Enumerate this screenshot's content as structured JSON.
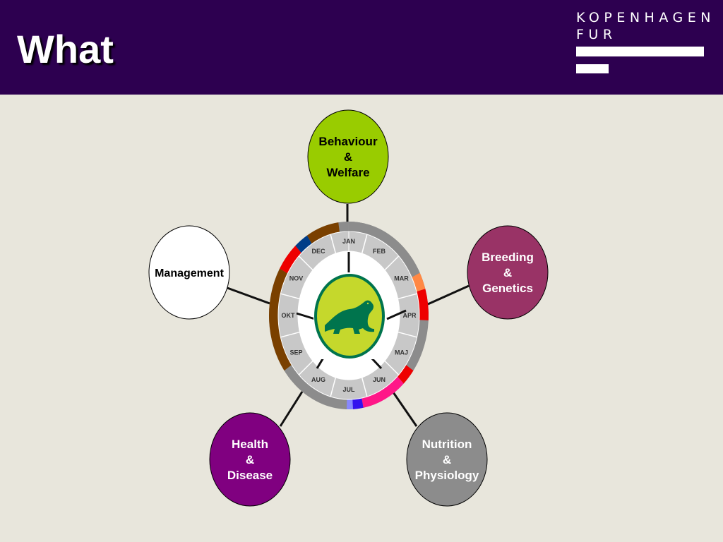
{
  "header": {
    "title": "What",
    "logo_line1": "KOPENHAGEN",
    "logo_line2": "FUR",
    "background": "#2d0050"
  },
  "wheel": {
    "months": [
      "JAN",
      "FEB",
      "MAR",
      "APR",
      "MAJ",
      "JUN",
      "JUL",
      "AUG",
      "SEP",
      "OKT",
      "NOV",
      "DEC"
    ],
    "ring_base_color": "#8c8c8c",
    "inner_ring_color": "#c8c8c8",
    "season_bands": [
      {
        "from_month": 0,
        "to_month": 2.1,
        "color": "#8c8c8c"
      },
      {
        "from_month": 2.1,
        "to_month": 2.45,
        "color": "#ff8844"
      },
      {
        "from_month": 2.45,
        "to_month": 3.1,
        "color": "#ee0000"
      },
      {
        "from_month": 4.2,
        "to_month": 4.55,
        "color": "#ee0000"
      },
      {
        "from_month": 4.55,
        "to_month": 5.65,
        "color": "#ff1788"
      },
      {
        "from_month": 5.65,
        "to_month": 5.9,
        "color": "#3311ee"
      },
      {
        "from_month": 5.9,
        "to_month": 6.05,
        "color": "#8888ff"
      },
      {
        "from_month": 7.8,
        "to_month": 10.0,
        "color": "#7a4000"
      },
      {
        "from_month": 10.0,
        "to_month": 10.6,
        "color": "#ee0000"
      },
      {
        "from_month": 10.6,
        "to_month": 10.95,
        "color": "#003d88"
      },
      {
        "from_month": 10.95,
        "to_month": 11.75,
        "color": "#7a4000"
      }
    ],
    "center_icon": "mink-silhouette-icon",
    "center_colors": {
      "badge_fill": "#c5d82c",
      "badge_border": "#00744d",
      "animal": "#00744d"
    }
  },
  "nodes": [
    {
      "id": "behaviour-welfare",
      "lines": [
        "Behaviour",
        "&",
        "Welfare"
      ],
      "fill": "#99cc00",
      "text_color": "#000000"
    },
    {
      "id": "breeding-genetics",
      "lines": [
        "Breeding",
        "&",
        "Genetics"
      ],
      "fill": "#993366",
      "text_color": "#ffffff"
    },
    {
      "id": "nutrition-physiology",
      "lines": [
        "Nutrition",
        "&",
        "Physiology"
      ],
      "fill": "#8c8c8c",
      "text_color": "#ffffff"
    },
    {
      "id": "health-disease",
      "lines": [
        "Health",
        "&",
        "Disease"
      ],
      "fill": "#800080",
      "text_color": "#ffffff"
    },
    {
      "id": "management",
      "lines": [
        "Management"
      ],
      "fill": "#ffffff",
      "text_color": "#000000"
    }
  ]
}
